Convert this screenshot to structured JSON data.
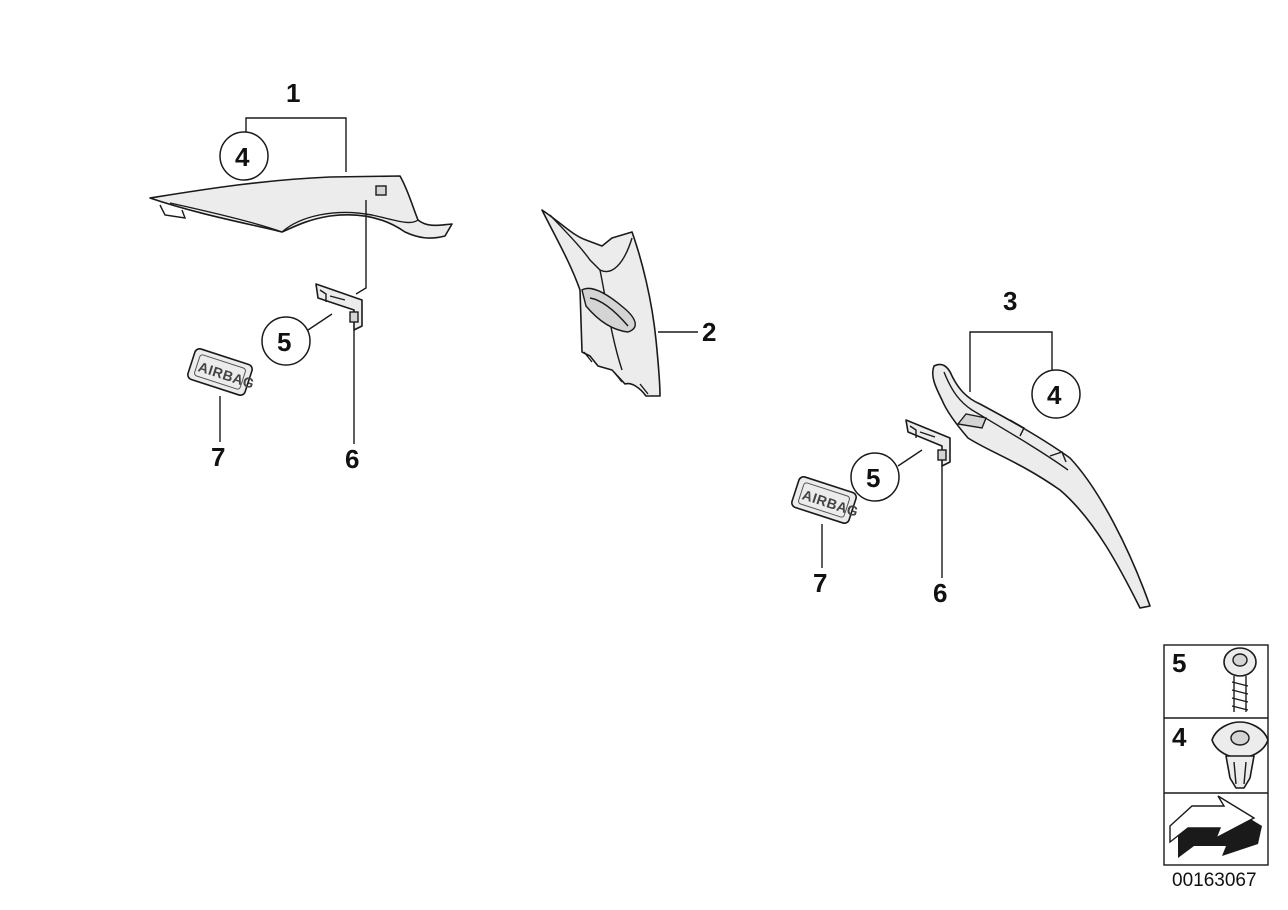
{
  "callouts": {
    "part_1": "1",
    "part_2": "2",
    "part_3": "3",
    "ref_4_left": "4",
    "ref_5_left": "5",
    "ref_6_left": "6",
    "ref_7_left": "7",
    "ref_4_right": "4",
    "ref_5_right": "5",
    "ref_6_right": "6",
    "ref_7_right": "7"
  },
  "badges": {
    "airbag_left": "AIRBAG",
    "airbag_right": "AIRBAG"
  },
  "legend": {
    "row_5": "5",
    "row_4": "4"
  },
  "document_number": "00163067"
}
